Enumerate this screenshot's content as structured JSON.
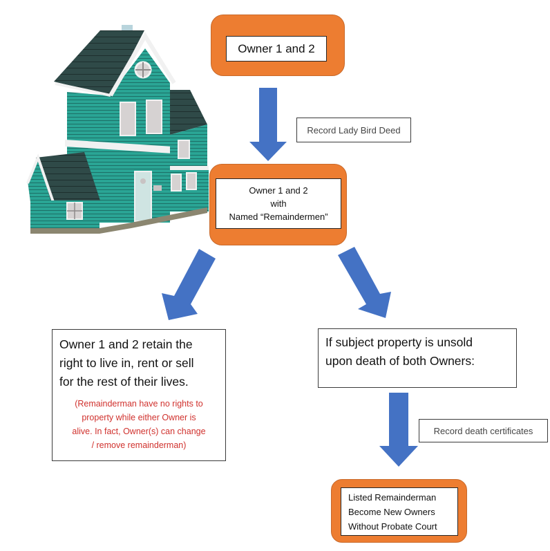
{
  "colors": {
    "orange": "#ed7d31",
    "arrow_blue": "#4472c4",
    "note_red": "#d0312d",
    "house_teal": "#2aa595",
    "roof_dark": "#2f4a48"
  },
  "illustration": {
    "name": "house-illustration",
    "description": "teal two-storey house with dark roof"
  },
  "flow": {
    "start_box": {
      "text": "Owner 1 and 2"
    },
    "step1_label": "Record Lady Bird Deed",
    "middle_box": {
      "lines": [
        "Owner 1 and 2",
        "with",
        "Named “Remaindermen”"
      ]
    },
    "left_branch": {
      "main_lines": [
        "Owner 1 and 2 retain the",
        "right to live in, rent or sell",
        "for the rest of their lives."
      ],
      "note_lines": [
        "(Remainderman have no rights to",
        "property while either Owner is",
        "alive. In fact, Owner(s) can change",
        "/ remove remainderman)"
      ]
    },
    "right_branch": {
      "lines": [
        "If subject property is unsold",
        "upon death of both Owners:"
      ]
    },
    "step2_label": "Record death certificates",
    "end_box": {
      "lines": [
        "Listed Remainderman",
        "Become New Owners",
        "Without Probate Court"
      ]
    }
  }
}
